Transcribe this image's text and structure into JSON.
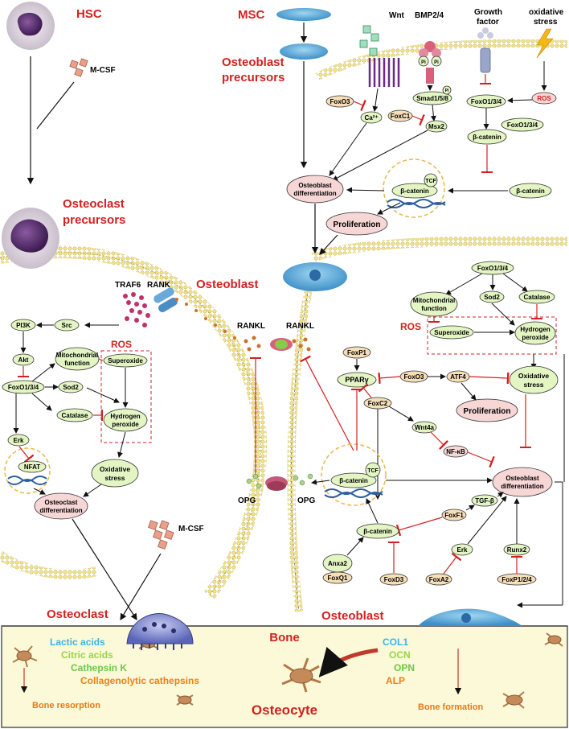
{
  "cells": {
    "hsc": "HSC",
    "msc": "MSC",
    "osteoblast_precursors_1": "Osteoblast",
    "osteoblast_precursors_2": "precursors",
    "osteoclast_precursors_1": "Osteoclast",
    "osteoclast_precursors_2": "precursors",
    "osteoblast_mid": "Osteoblast",
    "osteoclast": "Osteoclast",
    "osteoblast_bottom": "Osteoblast"
  },
  "signals": {
    "wnt": "Wnt",
    "bmp": "BMP2/4",
    "growth_1": "Growth",
    "growth_2": "factor",
    "ox_1": "oxidative",
    "ox_2": "stress",
    "mcsf_top": "M-CSF",
    "mcsf_bottom": "M-CSF",
    "traf6": "TRAF6",
    "rank": "RANK",
    "rankl_1": "RANKL",
    "rankl_2": "RANKL",
    "opg_1": "OPG",
    "opg_2": "OPG",
    "pi_1": "Pi",
    "pi_2": "Pi",
    "pi_3": "Pi"
  },
  "nodes": {
    "foxo3_a": "FoxO3",
    "ca": "Ca²⁺",
    "smad": "Smad1/5/8",
    "foxc1": "FoxC1",
    "msx2": "Msx2",
    "foxo134_a": "FoxO1/3/4",
    "ros_a": "ROS",
    "foxo134_b": "FoxO1/3/4",
    "bcat_a": "β-catenin",
    "bcat_b": "β-catenin",
    "tcf_a": "TCF",
    "bcat_c": "β-catenin",
    "ob_diff_a_1": "Osteoblast",
    "ob_diff_a_2": "differentiation",
    "prolif_a": "Proliferation",
    "pi3k": "PI3K",
    "src": "Src",
    "akt": "Akt",
    "mito_a_1": "Mitochondrial",
    "mito_a_2": "function",
    "ros_label_left": "ROS",
    "superoxide_a": "Superoxide",
    "foxo134_c": "FoxO1/3/4",
    "sod2_a": "Sod2",
    "h2o2_a_1": "Hydrogen",
    "h2o2_a_2": "peroxide",
    "catalase_a": "Catalase",
    "erk_a": "Erk",
    "nfat": "NFAT",
    "oxstress_a_1": "Oxidative",
    "oxstress_a_2": "stress",
    "oc_diff_1": "Osteoclast",
    "oc_diff_2": "differentiation",
    "foxo134_d": "FoxO1/3/4",
    "mito_b_1": "Mitochondrial",
    "mito_b_2": "function",
    "sod2_b": "Sod2",
    "catalase_b": "Catalase",
    "ros_label_right": "ROS",
    "superoxide_b": "Superoxide",
    "h2o2_b_1": "Hydrogen",
    "h2o2_b_2": "peroxide",
    "foxp1": "FoxP1",
    "pparg": "PPARγ",
    "foxo3_b": "FoxO3",
    "atf4": "ATF4",
    "oxstress_b_1": "Oxidative",
    "oxstress_b_2": "stress",
    "foxc2": "FoxC2",
    "prolif_b": "Proliferation",
    "wnt4a": "Wnt4a",
    "nfkb": "NF-κB",
    "bcat_d": "β-catenin",
    "tcf_b": "TCF",
    "ob_diff_b_1": "Osteoblast",
    "ob_diff_b_2": "differentiation",
    "foxf1": "FoxF1",
    "tgfb": "TGF-β",
    "bcat_e": "β-catenin",
    "anxa2": "Anxa2",
    "foxq1": "FoxQ1",
    "foxd3": "FoxD3",
    "erk_b": "Erk",
    "runx2": "Runx2",
    "foxa2": "FoxA2",
    "foxp124": "FoxP1/2/4"
  },
  "bone": {
    "title": "Bone",
    "lactic": "Lactic acids",
    "citric": "Citric acids",
    "cathepsin_k": "Cathepsin K",
    "collagenolytic": "Collagenolytic cathepsins",
    "resorption": "Bone resorption",
    "osteocyte": "Osteocyte",
    "col1": "COL1",
    "ocn": "OCN",
    "opn": "OPN",
    "alp": "ALP",
    "formation": "Bone formation"
  },
  "colors": {
    "title_red": "#d42020",
    "green_node": "#e4f5c4",
    "tan_node": "#f6dfb8",
    "pink_node": "#f7d6d6",
    "bone_bg": "#fbf9d8",
    "lactic_blue": "#3cb4e6",
    "citric_green": "#9ad24a",
    "cathepsin_green": "#6cc84a",
    "collagen_orange": "#f07f16",
    "resorption_orange": "#e9781a"
  }
}
